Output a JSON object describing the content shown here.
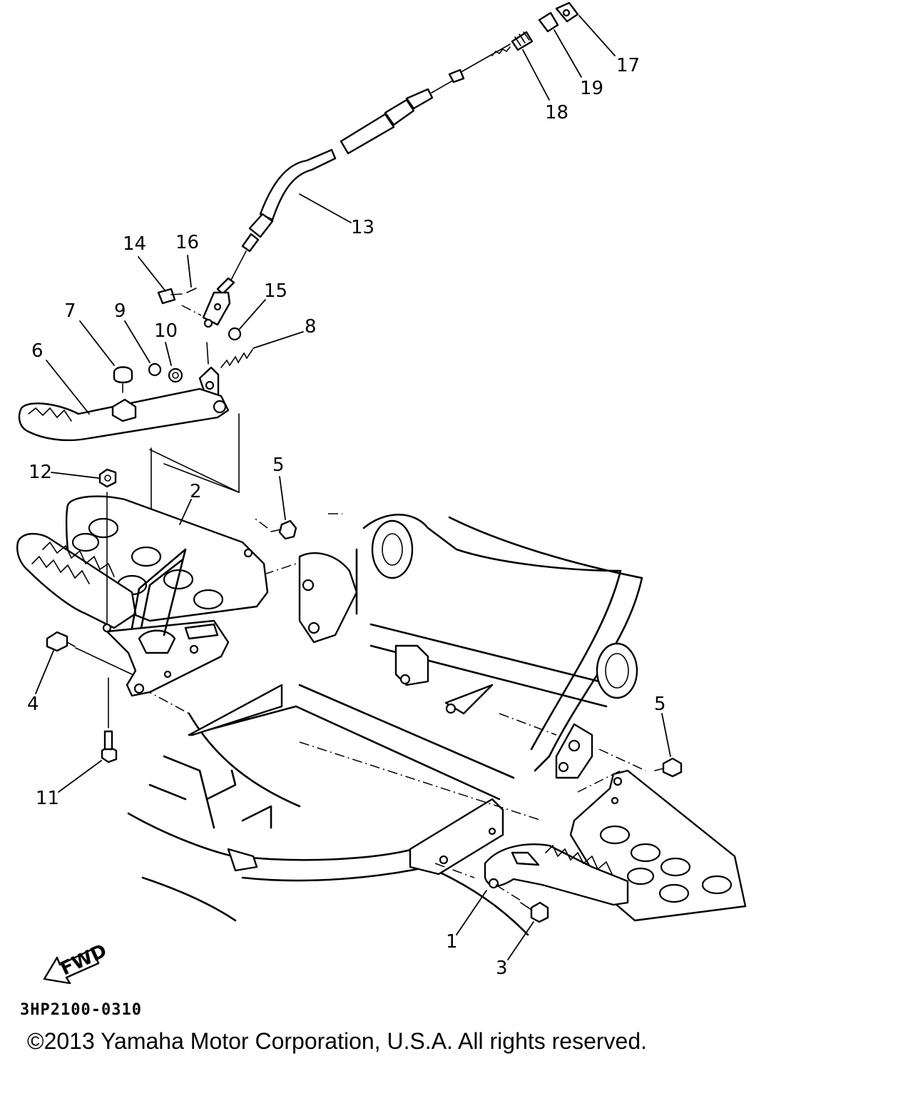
{
  "diagram": {
    "callouts": [
      "1",
      "2",
      "3",
      "4",
      "5",
      "5",
      "6",
      "7",
      "8",
      "9",
      "10",
      "11",
      "12",
      "13",
      "14",
      "15",
      "16",
      "17",
      "18",
      "19"
    ],
    "fwd_label": "FWD",
    "code": "3HP2100-0310",
    "copyright": "©2013 Yamaha Motor Corporation, U.S.A. All rights reserved."
  }
}
